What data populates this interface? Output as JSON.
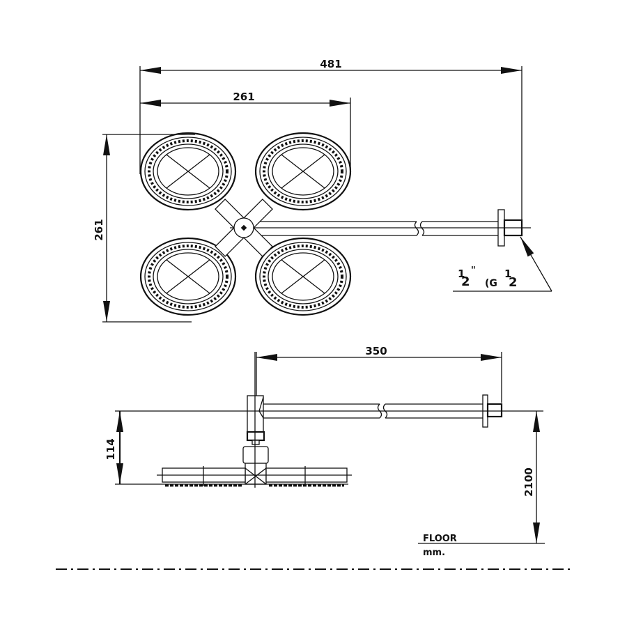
{
  "top_view": {
    "overall_width": "481",
    "head_width": "261",
    "head_height": "261",
    "thread_label": {
      "fraction_num": "1",
      "fraction_den": "2",
      "inch_mark": "\"",
      "thread_prefix": "(G",
      "thread_num": "1",
      "thread_den": "2"
    }
  },
  "side_view": {
    "arm_length": "350",
    "head_drop": "114",
    "height_from_floor": "2100",
    "floor_label": "FLOOR",
    "unit_label": "mm."
  }
}
